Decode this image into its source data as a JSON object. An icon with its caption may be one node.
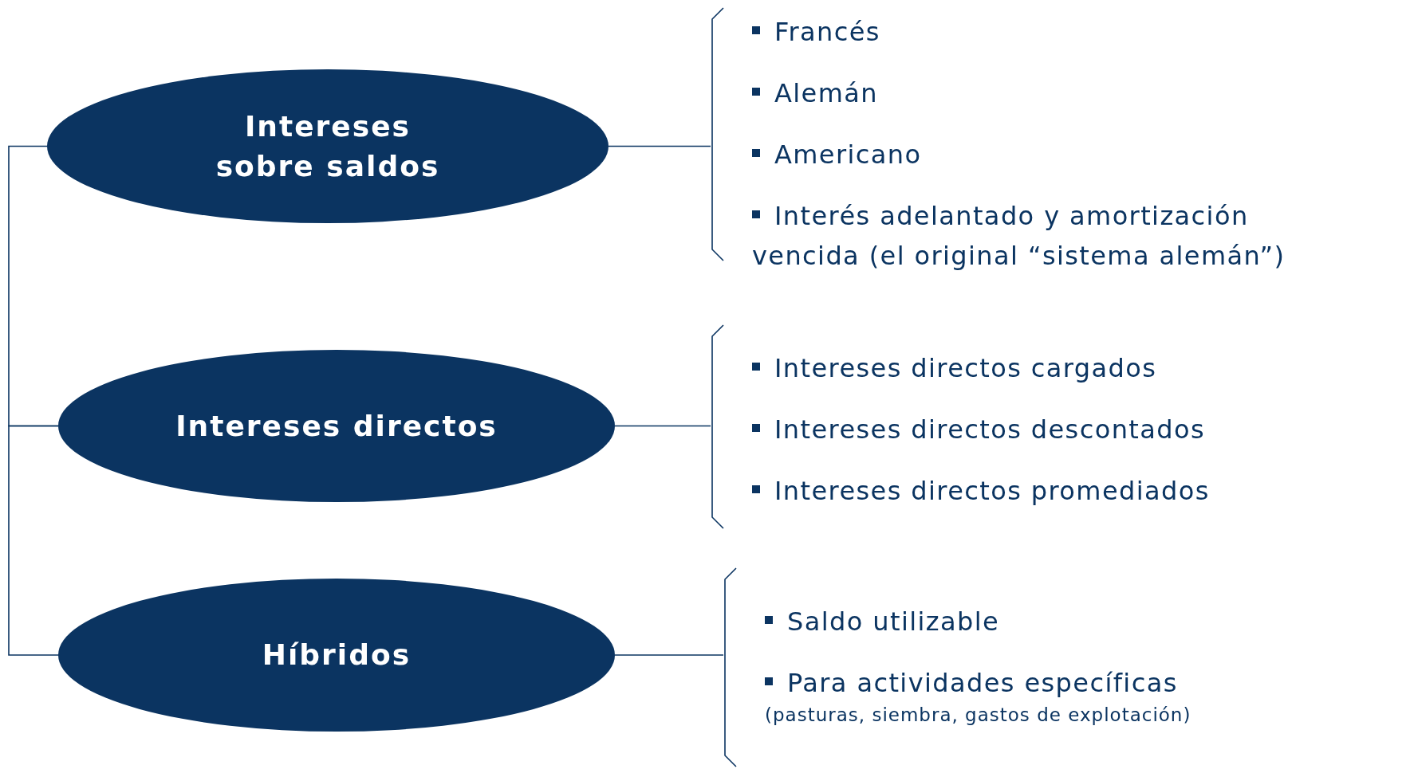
{
  "diagram": {
    "nodes": [
      {
        "text": [
          "Intereses sobre saldos"
        ]
      },
      {
        "text": [
          "Francés",
          "Alemán",
          "Americano",
          "Interés adelantado y amortización vencida (el original “sistema alemán”)"
        ]
      },
      {
        "text": [
          "Intereses directos"
        ]
      },
      {
        "text": [
          "Intereses directos cargados",
          "Intereses directos descontados",
          "Intereses directos promediados"
        ]
      },
      {
        "text": [
          "Híbridos"
        ]
      },
      {
        "text": [
          "Saldo utilizable",
          "Para actividades específicas",
          "(pasturas, siembra, gastos de explotación)"
        ]
      }
    ],
    "edges": [
      {
        "from": 0,
        "to": 1,
        "arrow": "none"
      },
      {
        "from": 2,
        "to": 3,
        "arrow": "none"
      },
      {
        "from": 4,
        "to": 5,
        "arrow": "none"
      },
      {
        "from": 0,
        "to": 2,
        "arrow": "none"
      },
      {
        "from": 2,
        "to": 4,
        "arrow": "none"
      }
    ]
  }
}
